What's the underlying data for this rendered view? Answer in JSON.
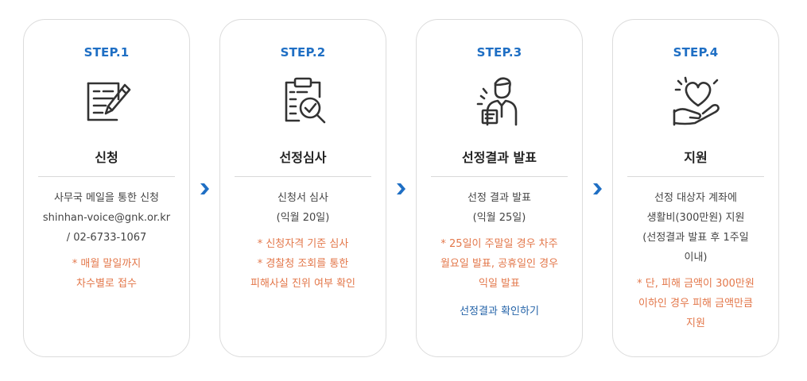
{
  "steps": [
    {
      "label": "STEP.1",
      "icon": "document-pen-icon",
      "title": "신청",
      "desc": [
        "사무국 메일을 통한 신청",
        "shinhan-voice@gnk.or.kr",
        "/ 02-6733-1067"
      ],
      "note": [
        "* 매월 말일까지",
        "차수별로 접수"
      ]
    },
    {
      "label": "STEP.2",
      "icon": "clipboard-check-search-icon",
      "title": "선정심사",
      "desc": [
        "신청서 심사",
        "(익월 20일)"
      ],
      "note": [
        "* 신청자격 기준 심사",
        "* 경찰청 조회를 통한",
        "피해사실 진위 여부 확인"
      ]
    },
    {
      "label": "STEP.3",
      "icon": "person-announcement-icon",
      "title": "선정결과 발표",
      "desc": [
        "선정 결과 발표",
        "(익월 25일)"
      ],
      "note": [
        "* 25일이 주말일 경우 차주",
        "월요일 발표, 공휴일인 경우",
        "익일 발표"
      ],
      "link": "선정결과 확인하기"
    },
    {
      "label": "STEP.4",
      "icon": "heart-hand-icon",
      "title": "지원",
      "desc": [
        "선정 대상자 계좌에",
        "생활비(300만원) 지원",
        "(선정결과 발표 후 1주일",
        "이내)"
      ],
      "note": [
        "* 단, 피해 금액이 300만원",
        "이하인 경우 피해 금액만큼",
        "지원"
      ]
    }
  ],
  "colors": {
    "step_label": "#1f6fc4",
    "note": "#e3774a",
    "link": "#2463a8",
    "arrow": "#1f6fc4",
    "icon_stroke": "#333333"
  },
  "arrow_icon": "chevron-right-icon"
}
